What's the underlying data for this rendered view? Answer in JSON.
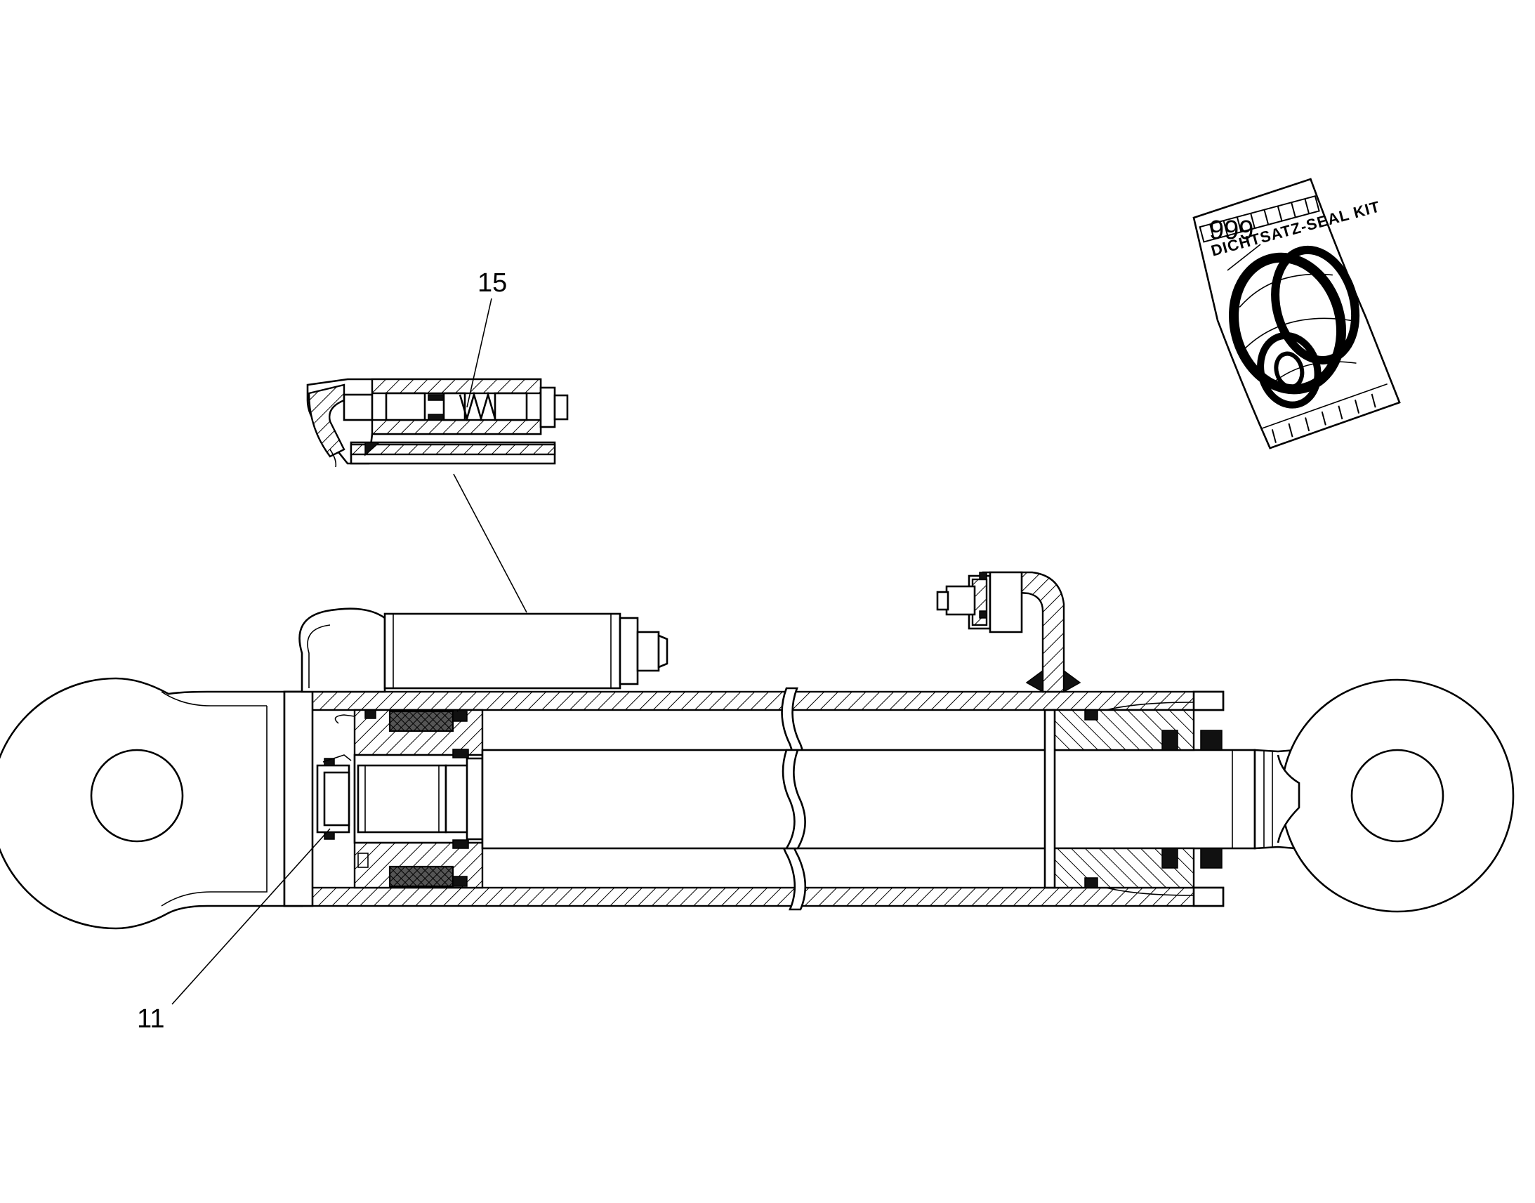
{
  "callouts": {
    "c15": "15",
    "c999": "999",
    "c11": "11"
  },
  "seal_kit": {
    "label": "DICHTSATZ-SEAL KIT"
  }
}
